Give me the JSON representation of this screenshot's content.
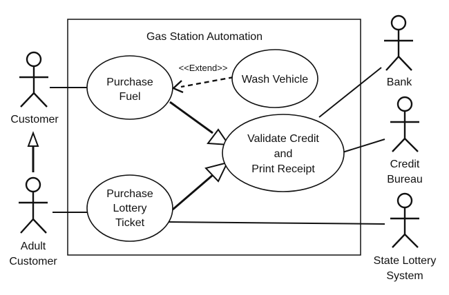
{
  "system": {
    "title": "Gas Station Automation"
  },
  "use_cases": {
    "purchase_fuel": [
      "Purchase",
      "Fuel"
    ],
    "wash_vehicle": [
      "Wash Vehicle"
    ],
    "validate_credit": [
      "Validate Credit",
      "and",
      "Print Receipt"
    ],
    "purchase_lottery": [
      "Purchase",
      "Lottery",
      "Ticket"
    ]
  },
  "actors": {
    "customer": [
      "Customer"
    ],
    "adult_customer": [
      "Adult",
      "Customer"
    ],
    "bank": [
      "Bank"
    ],
    "credit_bureau": [
      "Credit",
      "Bureau"
    ],
    "state_lottery": [
      "State Lottery",
      "System"
    ]
  },
  "relationships": {
    "extend_label": "<<Extend>>"
  }
}
